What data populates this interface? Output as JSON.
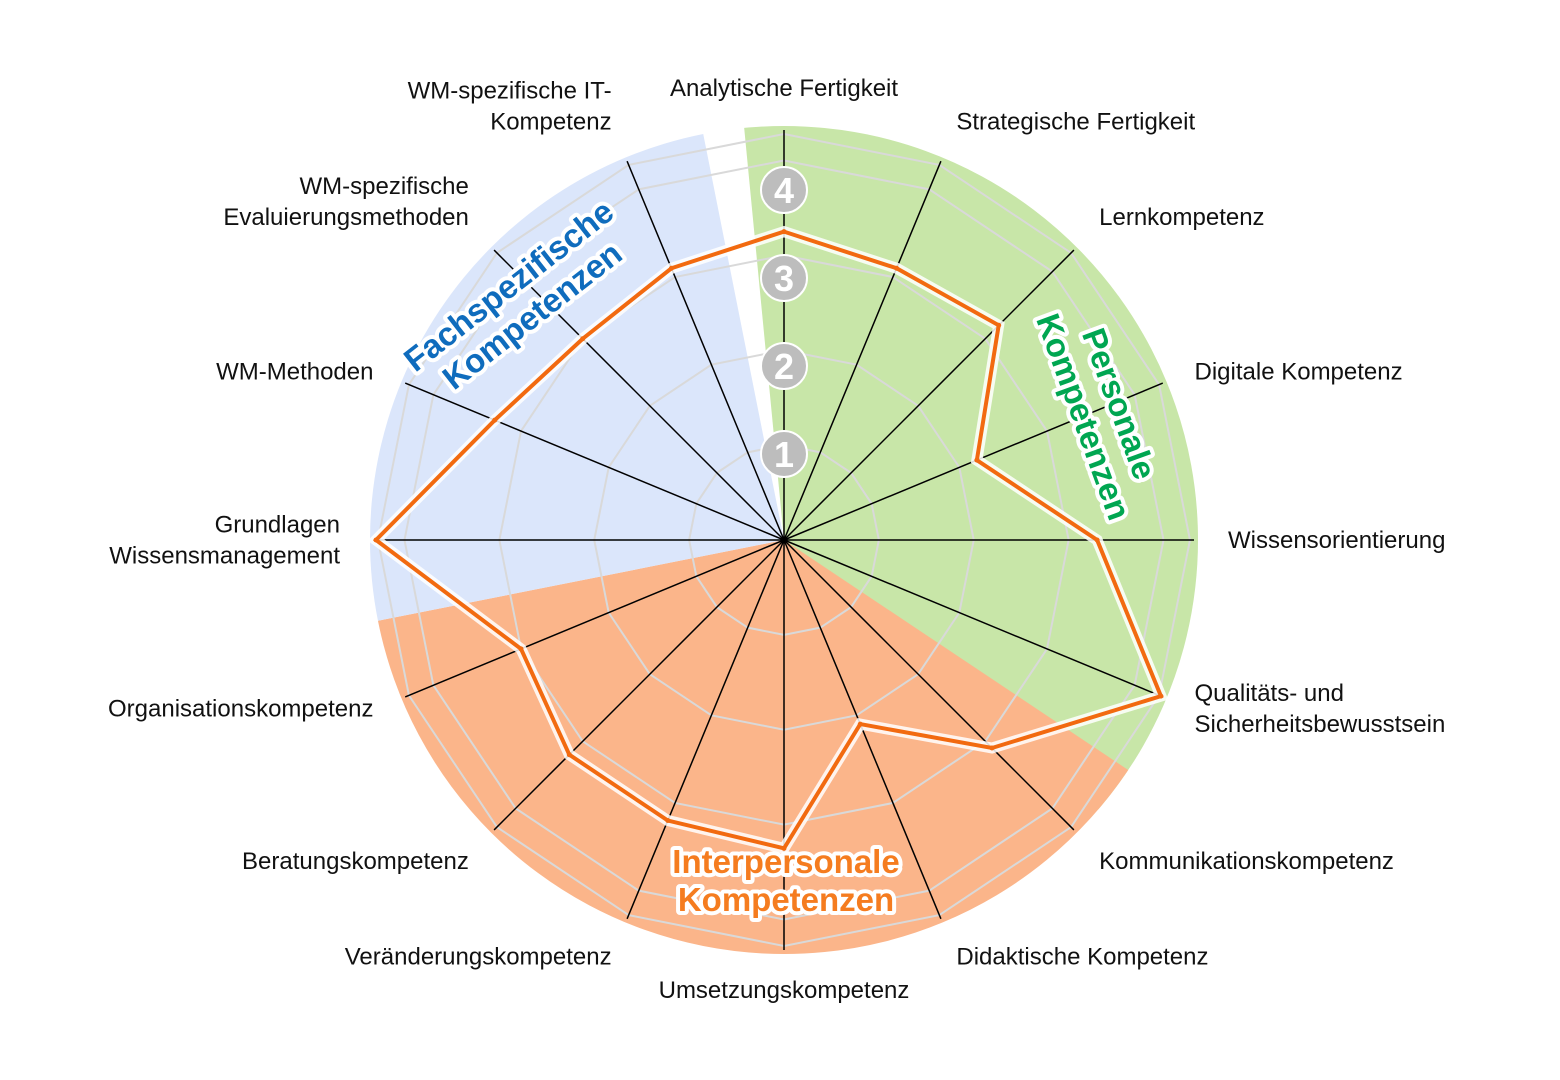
{
  "chart_data": {
    "type": "radar",
    "title": "",
    "r_range": [
      0,
      4.3
    ],
    "ticks": [
      "1",
      "2",
      "3",
      "4"
    ],
    "tick_values": [
      1,
      2,
      3,
      4
    ],
    "grid": true,
    "axes": [
      {
        "label": [
          "Analytische Fertigkeit"
        ],
        "value": 3.25
      },
      {
        "label": [
          "Strategische Fertigkeit"
        ],
        "value": 3.1
      },
      {
        "label": [
          "Lernkompetenz"
        ],
        "value": 3.2
      },
      {
        "label": [
          "Digitale Kompetenz"
        ],
        "value": 2.2
      },
      {
        "label": [
          "Wissensorientierung"
        ],
        "value": 3.3
      },
      {
        "label": [
          "Qualitäts- und",
          "Sicherheitsbewusstsein"
        ],
        "value": 4.3
      },
      {
        "label": [
          "Kommunikationskompetenz"
        ],
        "value": 3.1
      },
      {
        "label": [
          "Didaktische Kompetenz"
        ],
        "value": 2.1
      },
      {
        "label": [
          "Umsetzungskompetenz"
        ],
        "value": 3.25
      },
      {
        "label": [
          "Veränderungskompetenz"
        ],
        "value": 3.2
      },
      {
        "label": [
          "Beratungskompetenz"
        ],
        "value": 3.2
      },
      {
        "label": [
          "Organisationskompetenz"
        ],
        "value": 3.0
      },
      {
        "label": [
          "Grundlagen",
          "Wissensmanagement"
        ],
        "value": 4.3
      },
      {
        "label": [
          "WM-Methoden"
        ],
        "value": 3.3
      },
      {
        "label": [
          "WM-spezifische",
          "Evaluierungsmethoden"
        ],
        "value": 3.0
      },
      {
        "label": [
          "WM-spezifische IT-",
          "Kompetenz"
        ],
        "value": 3.1
      }
    ],
    "groups": [
      {
        "name": [
          "Personale",
          "Kompetenzen"
        ],
        "color": "#00a651",
        "fill": "#c8e6a8",
        "axes": [
          0,
          1,
          2,
          3,
          4,
          5
        ]
      },
      {
        "name": [
          "Interpersonale",
          "Kompetenzen"
        ],
        "color": "#f57c1f",
        "fill": "#fbb58a",
        "axes": [
          6,
          7,
          8,
          9,
          10,
          11
        ]
      },
      {
        "name": [
          "Fachspezifische",
          "Kompetenzen"
        ],
        "color": "#0f6cbd",
        "fill": "#dbe6fb",
        "axes": [
          12,
          13,
          14,
          15
        ]
      }
    ],
    "series": [
      {
        "values": [
          3.25,
          3.1,
          3.2,
          2.2,
          3.3,
          4.3,
          3.1,
          2.1,
          3.25,
          3.2,
          3.2,
          3.0,
          4.3,
          3.3,
          3.0,
          3.1
        ],
        "color": "#f26a10"
      }
    ],
    "colors": {
      "spoke": "#000000",
      "grid_ring": "#d9d9d9",
      "tick_badge": "#bdbdbd",
      "line": "#f26a10"
    }
  }
}
